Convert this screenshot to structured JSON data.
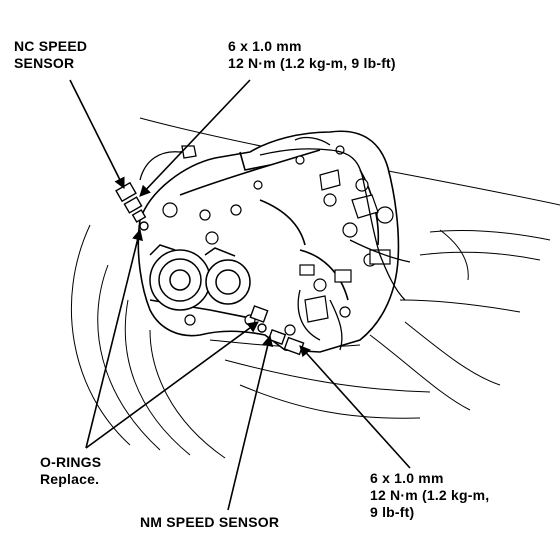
{
  "labels": {
    "nc_sensor": [
      "NC SPEED",
      "SENSOR"
    ],
    "spec_top": [
      "6 x 1.0 mm",
      "12 N·m (1.2 kg-m, 9 lb-ft)"
    ],
    "orings": "O-RINGS",
    "orings_note": "Replace.",
    "spec_bottom": [
      "6 x 1.0 mm",
      "12 N·m (1.2 kg-m,",
      "9 lb-ft)"
    ],
    "nm_sensor": "NM SPEED SENSOR"
  },
  "colors": {
    "ink": "#000000",
    "paper": "#ffffff"
  }
}
